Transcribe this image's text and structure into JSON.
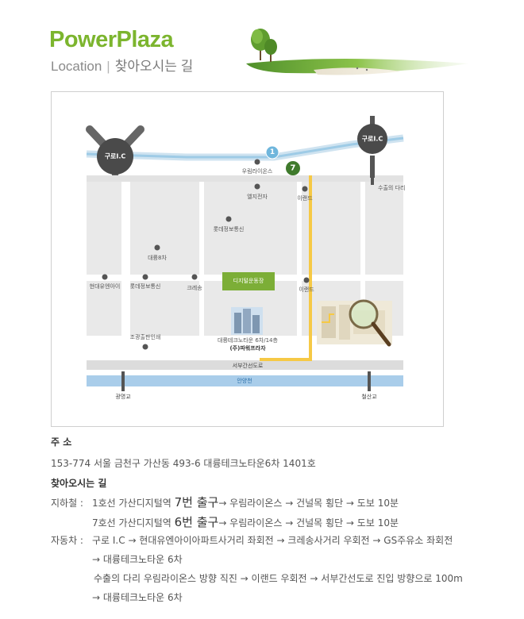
{
  "header": {
    "brand": "PowerPlaza",
    "section_en": "Location",
    "section_kr": "찾아오시는 길"
  },
  "map": {
    "ic_left": "구로I.C",
    "ic_right": "구로I.C",
    "route_badge": "1",
    "subway_badge": "7",
    "green_box": "디지털운동장",
    "labels": {
      "woorim_top": "우림라이온스",
      "suchul_bridge": "수출의 다리",
      "lg": "엘지전자",
      "eland_top": "이랜드",
      "lotte_top": "롯데정보통신",
      "daeryung8": "대륭8차",
      "hyundai": "현대유엔아이",
      "lotte_mid": "롯데정보통신",
      "crescent": "크레송",
      "eland_mid": "이랜드",
      "jogwang": "조광출판인쇄",
      "building_line1": "대륭테크노타운 6차/14층",
      "building_line2": "(주)파워프라자",
      "seobu_road": "서부간선도로",
      "anyang_stream": "안양천",
      "gwangmyeong_bridge": "광명교",
      "cheolsan_bridge": "철산교"
    },
    "colors": {
      "block": "#e9e9e9",
      "road_main": "#cfdfea",
      "river": "#a9cdea",
      "subway_route": "#f6c945",
      "ic_circle": "#4a4a4a",
      "route_badge": "#6fb6dc",
      "subway_badge": "#3f7a2c",
      "green_box": "#7cae37",
      "brand_green": "#7cb52e"
    }
  },
  "info": {
    "address_title": "주 소",
    "address": "153-774 서울 금천구 가산동 493-6 대륭테크노타운6차 1401호",
    "directions_title": "찾아오시는 길",
    "subway_label": "지하철 :",
    "subway_line1": {
      "a": "1호선 가산디지털역 ",
      "b": "7번 출구",
      "c": "→ 우림라이온스 → 건널목 횡단 → 도보 10분"
    },
    "subway_line2": {
      "a": "7호선 가산디지털역 ",
      "b": "6번 출구",
      "c": "→ 우림라이온스 → 건널목 횡단 → 도보 10분"
    },
    "car_label": "자동차 :",
    "car_line1": "구로 I.C → 현대유엔아이아파트사거리 좌회전 → 크레송사거리 우회전 → GS주유소 좌회전",
    "car_line2": "→ 대륭테크노타운 6차",
    "car_line3": "수출의 다리 우림라이온스 방향 직진 → 이랜드 우회전 → 서부간선도로 진입 방향으로 100m",
    "car_line4": "→ 대륭테크노타운 6차"
  }
}
